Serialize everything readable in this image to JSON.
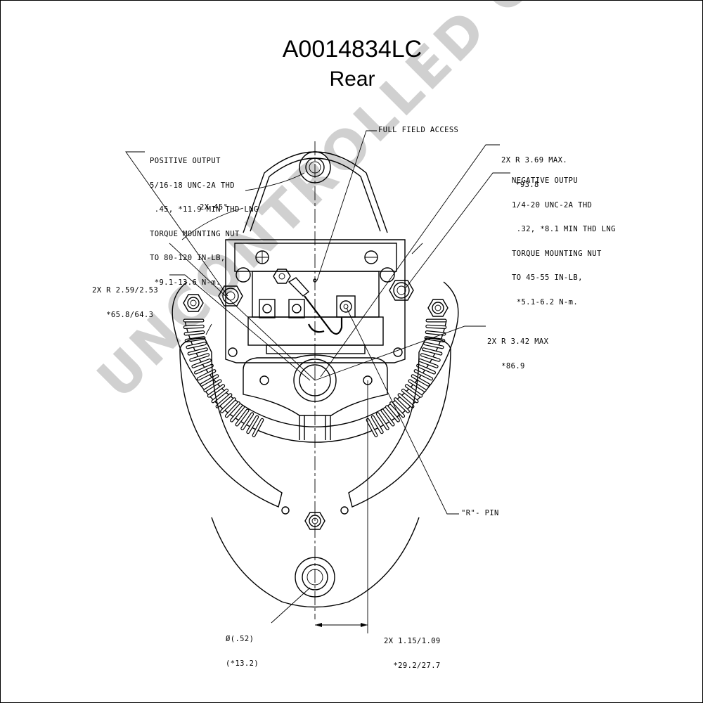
{
  "title": {
    "part_number": "A0014834LC",
    "view": "Rear"
  },
  "notes": {
    "positive_output": [
      "POSITIVE OUTPUT",
      "5/16-18 UNC-2A THD",
      " .45, *11.9 MIN THD LNG",
      "TORQUE MOUNTING NUT",
      "TO 80-120 IN-LB,",
      " *9.1-13.6 N-m."
    ],
    "angle": "2X 45°",
    "full_field_access": "FULL FIELD ACCESS",
    "radius_max_1": [
      "2X R 3.69 MAX.",
      "   *93.8"
    ],
    "negative_output": [
      "NEGATIVE OUTPU",
      "1/4-20 UNC-2A THD",
      " .32, *8.1 MIN THD LNG",
      "TORQUE MOUNTING NUT",
      "TO 45-55 IN-LB,",
      " *5.1-6.2 N-m."
    ],
    "radius_range": [
      "2X R 2.59/2.53",
      "   *65.8/64.3"
    ],
    "radius_max_2": [
      "2X R 3.42 MAX",
      "   *86.9"
    ],
    "r_pin": "\"R\"- PIN",
    "diameter": [
      "Ø(.52)",
      "(*13.2)"
    ],
    "spacing": [
      "2X 1.15/1.09",
      "  *29.2/27.7"
    ]
  },
  "watermark": "UNCONTROLLED COPY"
}
